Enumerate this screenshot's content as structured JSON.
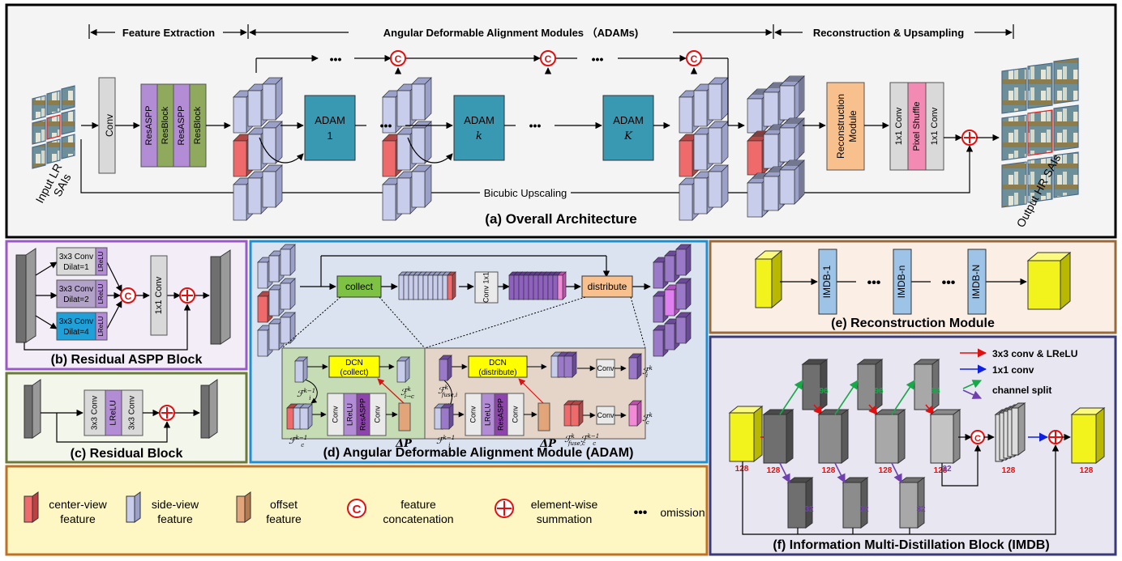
{
  "panel_a": {
    "title": "(a) Overall Architecture",
    "stage_feature": "Feature Extraction",
    "stage_adam": "Angular Deformable Alignment Modules （ADAMs)",
    "stage_recon": "Reconstruction & Upsampling",
    "input_label_1": "Input LR",
    "input_label_2": "SAIs",
    "output_label": "Output HR SAIs",
    "conv": "Conv",
    "resaspp": "ResASPP",
    "resblock": "ResBlock",
    "adam_label": "ADAM",
    "adam_idx": [
      "1",
      "k",
      "K"
    ],
    "recon_1": "Reconstruction",
    "recon_2": "Module",
    "conv1x1": "1x1 Conv",
    "pixel_shuffle": "Pixel Shuffle",
    "bicubic": "Bicubic Upscaling",
    "dots": "•••"
  },
  "panel_b": {
    "title": "(b) Residual ASPP Block",
    "branches": [
      {
        "l1": "3x3 Conv",
        "l2": "Dilat=1",
        "color": "#d9d9d9"
      },
      {
        "l1": "3x3 Conv",
        "l2": "Dilat=2",
        "color": "#b3a2c7"
      },
      {
        "l1": "3x3 Conv",
        "l2": "Dilat=4",
        "color": "#1fa0d8"
      }
    ],
    "lrelu": "LReLU",
    "conv1x1": "1x1 Conv"
  },
  "panel_c": {
    "title": "(c) Residual Block",
    "conv": "3x3 Conv",
    "lrelu": "LReLU"
  },
  "panel_d": {
    "title": "(d) Angular Deformable Alignment Module (ADAM)",
    "collect": "collect",
    "distribute": "distribute",
    "conv1x1": "Conv 1x1",
    "dcn_collect_1": "DCN",
    "dcn_collect_2": "(collect)",
    "dcn_distribute_1": "DCN",
    "dcn_distribute_2": "(distribute)",
    "conv": "Conv",
    "lrelu": "LReLU",
    "resaspp": "ResASPP",
    "delta": "ΔP",
    "f_sym": "ℱ"
  },
  "panel_e": {
    "title": "(e) Reconstruction Module",
    "blocks": [
      "IMDB-1",
      "IMDB-n",
      "IMDB-N"
    ],
    "dots": "•••"
  },
  "panel_f": {
    "title": "(f) Information Multi-Distillation Block (IMDB)",
    "legend": [
      "3x3 conv & LReLU",
      "1x1 conv",
      "channel split"
    ],
    "ch128": "128",
    "ch96": "96",
    "ch32": "32"
  },
  "legend": {
    "center_1": "center-view",
    "center_2": "feature",
    "side_1": "side-view",
    "side_2": "feature",
    "offset_1": "offset",
    "offset_2": "feature",
    "concat_1": "feature",
    "concat_2": "concatenation",
    "sum_1": "element-wise",
    "sum_2": "summation",
    "omission": "omission",
    "c_symbol": "C",
    "dots": "•••"
  },
  "colors": {
    "side_view": "#c9cdec",
    "center_view": "#ef6b6b",
    "offset": "#e2a57a",
    "adam": "#3a99b2",
    "resaspp": "#b38cd6",
    "resblock": "#8faa5c",
    "recon": "#f8c08d",
    "pixel_shuffle": "#f28ab3",
    "concat_red": "#e82020",
    "imdb_yellow": "#f2f21c",
    "panel_b_bg": "#f3edf8",
    "panel_c_bg": "#f3f6ea",
    "panel_d_bg": "#dbe3f0",
    "panel_e_bg": "#fbefe5",
    "panel_f_bg": "#e7e6f1",
    "legend_bg": "#fef7c4"
  }
}
